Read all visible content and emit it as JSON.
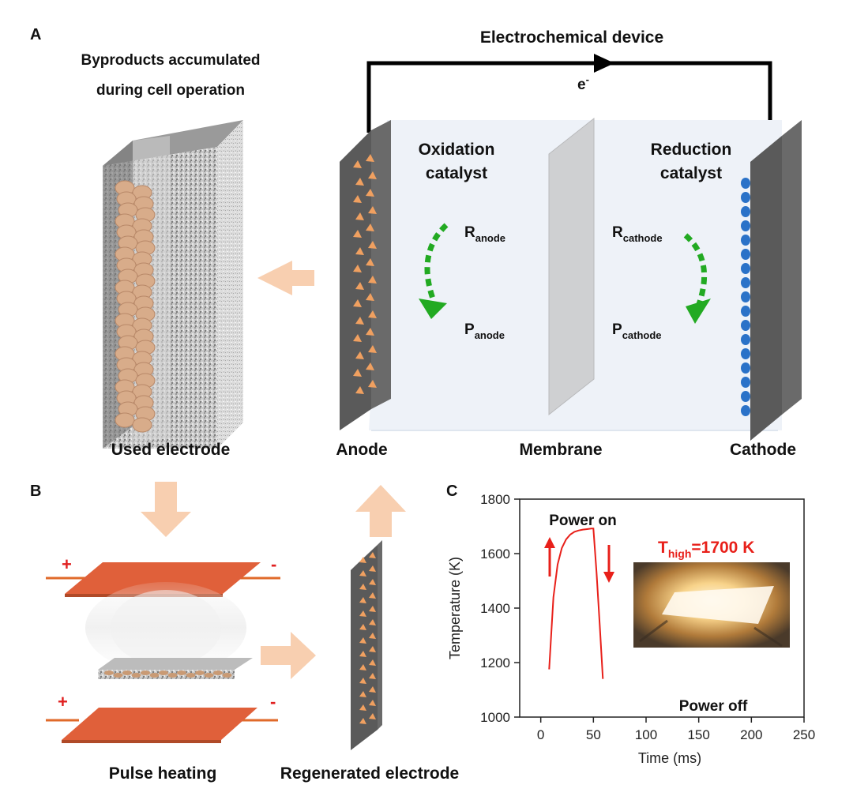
{
  "panel_a": {
    "letter": "A",
    "device_title": "Electrochemical device",
    "electron": "e",
    "electron_sup": "-",
    "byproducts_line1": "Byproducts accumulated",
    "byproducts_line2": "during cell operation",
    "oxidation_line1": "Oxidation",
    "oxidation_line2": "catalyst",
    "reduction_line1": "Reduction",
    "reduction_line2": "catalyst",
    "r_anode": "R",
    "r_anode_sub": "anode",
    "p_anode": "P",
    "p_anode_sub": "anode",
    "r_cathode": "R",
    "r_cathode_sub": "cathode",
    "p_cathode": "P",
    "p_cathode_sub": "cathode",
    "used_electrode": "Used electrode",
    "anode": "Anode",
    "membrane": "Membrane",
    "cathode": "Cathode",
    "colors": {
      "electrode": "#5a5a5a",
      "anode_catalyst": "#f0a060",
      "cathode_catalyst": "#2a72c8",
      "arrow_green": "#22aa22",
      "flow_arrow": "#f8cfb0",
      "electrolyte": "#eef2f8"
    }
  },
  "panel_b": {
    "letter": "B",
    "plus": "+",
    "minus": "-",
    "pulse_heating": "Pulse heating",
    "regenerated_electrode": "Regenerated electrode",
    "colors": {
      "heater": "#e0603a",
      "sign": "#e02020"
    }
  },
  "panel_c": {
    "letter": "C",
    "power_on": "Power on",
    "power_off": "Power off",
    "t_high_prefix": "T",
    "t_high_sub": "high",
    "t_high_value": "=1700 K"
  },
  "chart_data": {
    "type": "line",
    "xlabel": "Time (ms)",
    "ylabel": "Temperature (K)",
    "xlim": [
      -20,
      250
    ],
    "ylim": [
      1000,
      1800
    ],
    "xticks": [
      0,
      50,
      100,
      150,
      200,
      250
    ],
    "yticks": [
      1000,
      1200,
      1400,
      1600,
      1800
    ],
    "line_color": "#e8201a",
    "series": [
      {
        "x": [
          8,
          12,
          16,
          20,
          24,
          28,
          32,
          36,
          40,
          44,
          48,
          50,
          53,
          56,
          59
        ],
        "y": [
          1175,
          1440,
          1560,
          1620,
          1652,
          1670,
          1680,
          1685,
          1688,
          1690,
          1692,
          1692,
          1530,
          1340,
          1140
        ]
      }
    ]
  }
}
